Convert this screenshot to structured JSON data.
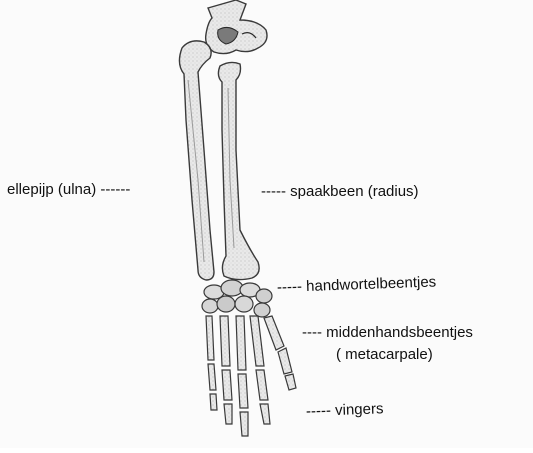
{
  "labels": {
    "ulna": "ellepijp (ulna) ------",
    "radius": "----- spaakbeen (radius)",
    "carpals": "----- handwortelbeentjes",
    "metacarpals_line1": "---- middenhandsbeentjes",
    "metacarpals_line2": "( metacarpale)",
    "fingers": "----- vingers"
  }
}
